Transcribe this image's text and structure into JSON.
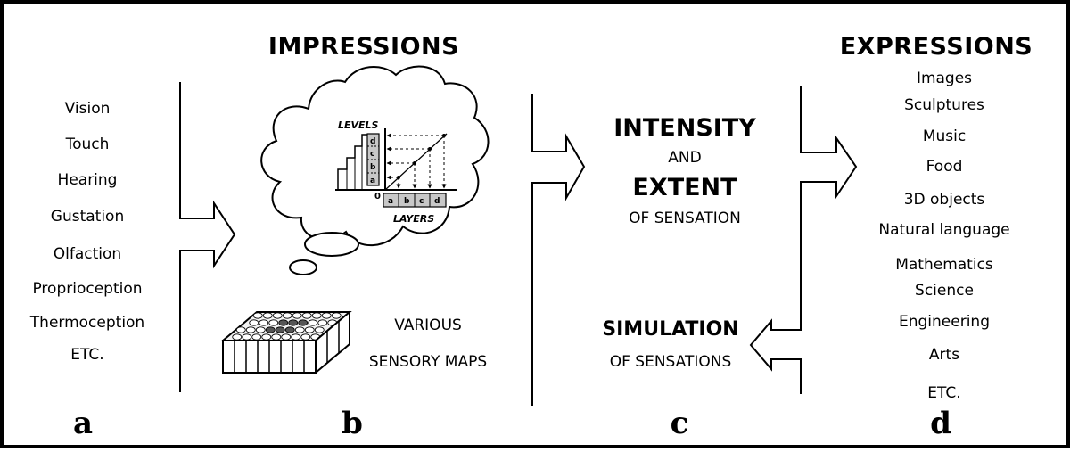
{
  "headings": {
    "impressions": "IMPRESSIONS",
    "expressions": "EXPRESSIONS"
  },
  "senses": [
    "Vision",
    "Touch",
    "Hearing",
    "Gustation",
    "Olfaction",
    "Proprioception",
    "Thermoception",
    "ETC."
  ],
  "panel_b": {
    "levels_label": "LEVELS",
    "layers_label": "LAYERS",
    "zero_label": "0",
    "level_cells": [
      "d",
      "c",
      "b",
      "a"
    ],
    "layer_cells": [
      "a",
      "b",
      "c",
      "d"
    ],
    "maps_line1": "VARIOUS",
    "maps_line2": "SENSORY MAPS"
  },
  "panel_c": {
    "intensity": "INTENSITY",
    "and": "AND",
    "extent": "EXTENT",
    "of_sensation": "OF SENSATION",
    "simulation": "SIMULATION",
    "of_sensations": "OF SENSATIONS"
  },
  "expressions": [
    "Images",
    "Sculptures",
    "Music",
    "Food",
    "3D objects",
    "Natural language",
    "Mathematics",
    "Science",
    "Engineering",
    "Arts",
    "ETC."
  ],
  "panel_letters": [
    "a",
    "b",
    "c",
    "d"
  ]
}
